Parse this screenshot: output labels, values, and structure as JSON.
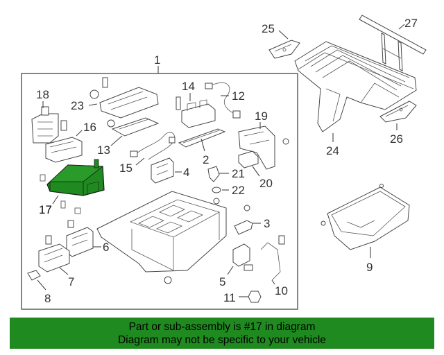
{
  "diagram": {
    "callouts": {
      "c1": "1",
      "c2": "2",
      "c3": "3",
      "c4": "4",
      "c5": "5",
      "c6": "6",
      "c7": "7",
      "c8": "8",
      "c9": "9",
      "c10": "10",
      "c11": "11",
      "c12": "12",
      "c13": "13",
      "c14": "14",
      "c15": "15",
      "c16": "16",
      "c17": "17",
      "c18": "18",
      "c19": "19",
      "c20": "20",
      "c21": "21",
      "c22": "22",
      "c23": "23",
      "c24": "24",
      "c25": "25",
      "c26": "26",
      "c27": "27"
    },
    "highlight_color": "#1f8a1f",
    "highlighted_part": "17"
  },
  "banner": {
    "line1": "Part or sub-assembly is #17 in diagram",
    "line2": "Diagram may not be specific to your vehicle",
    "background": "#1f8a1f"
  }
}
